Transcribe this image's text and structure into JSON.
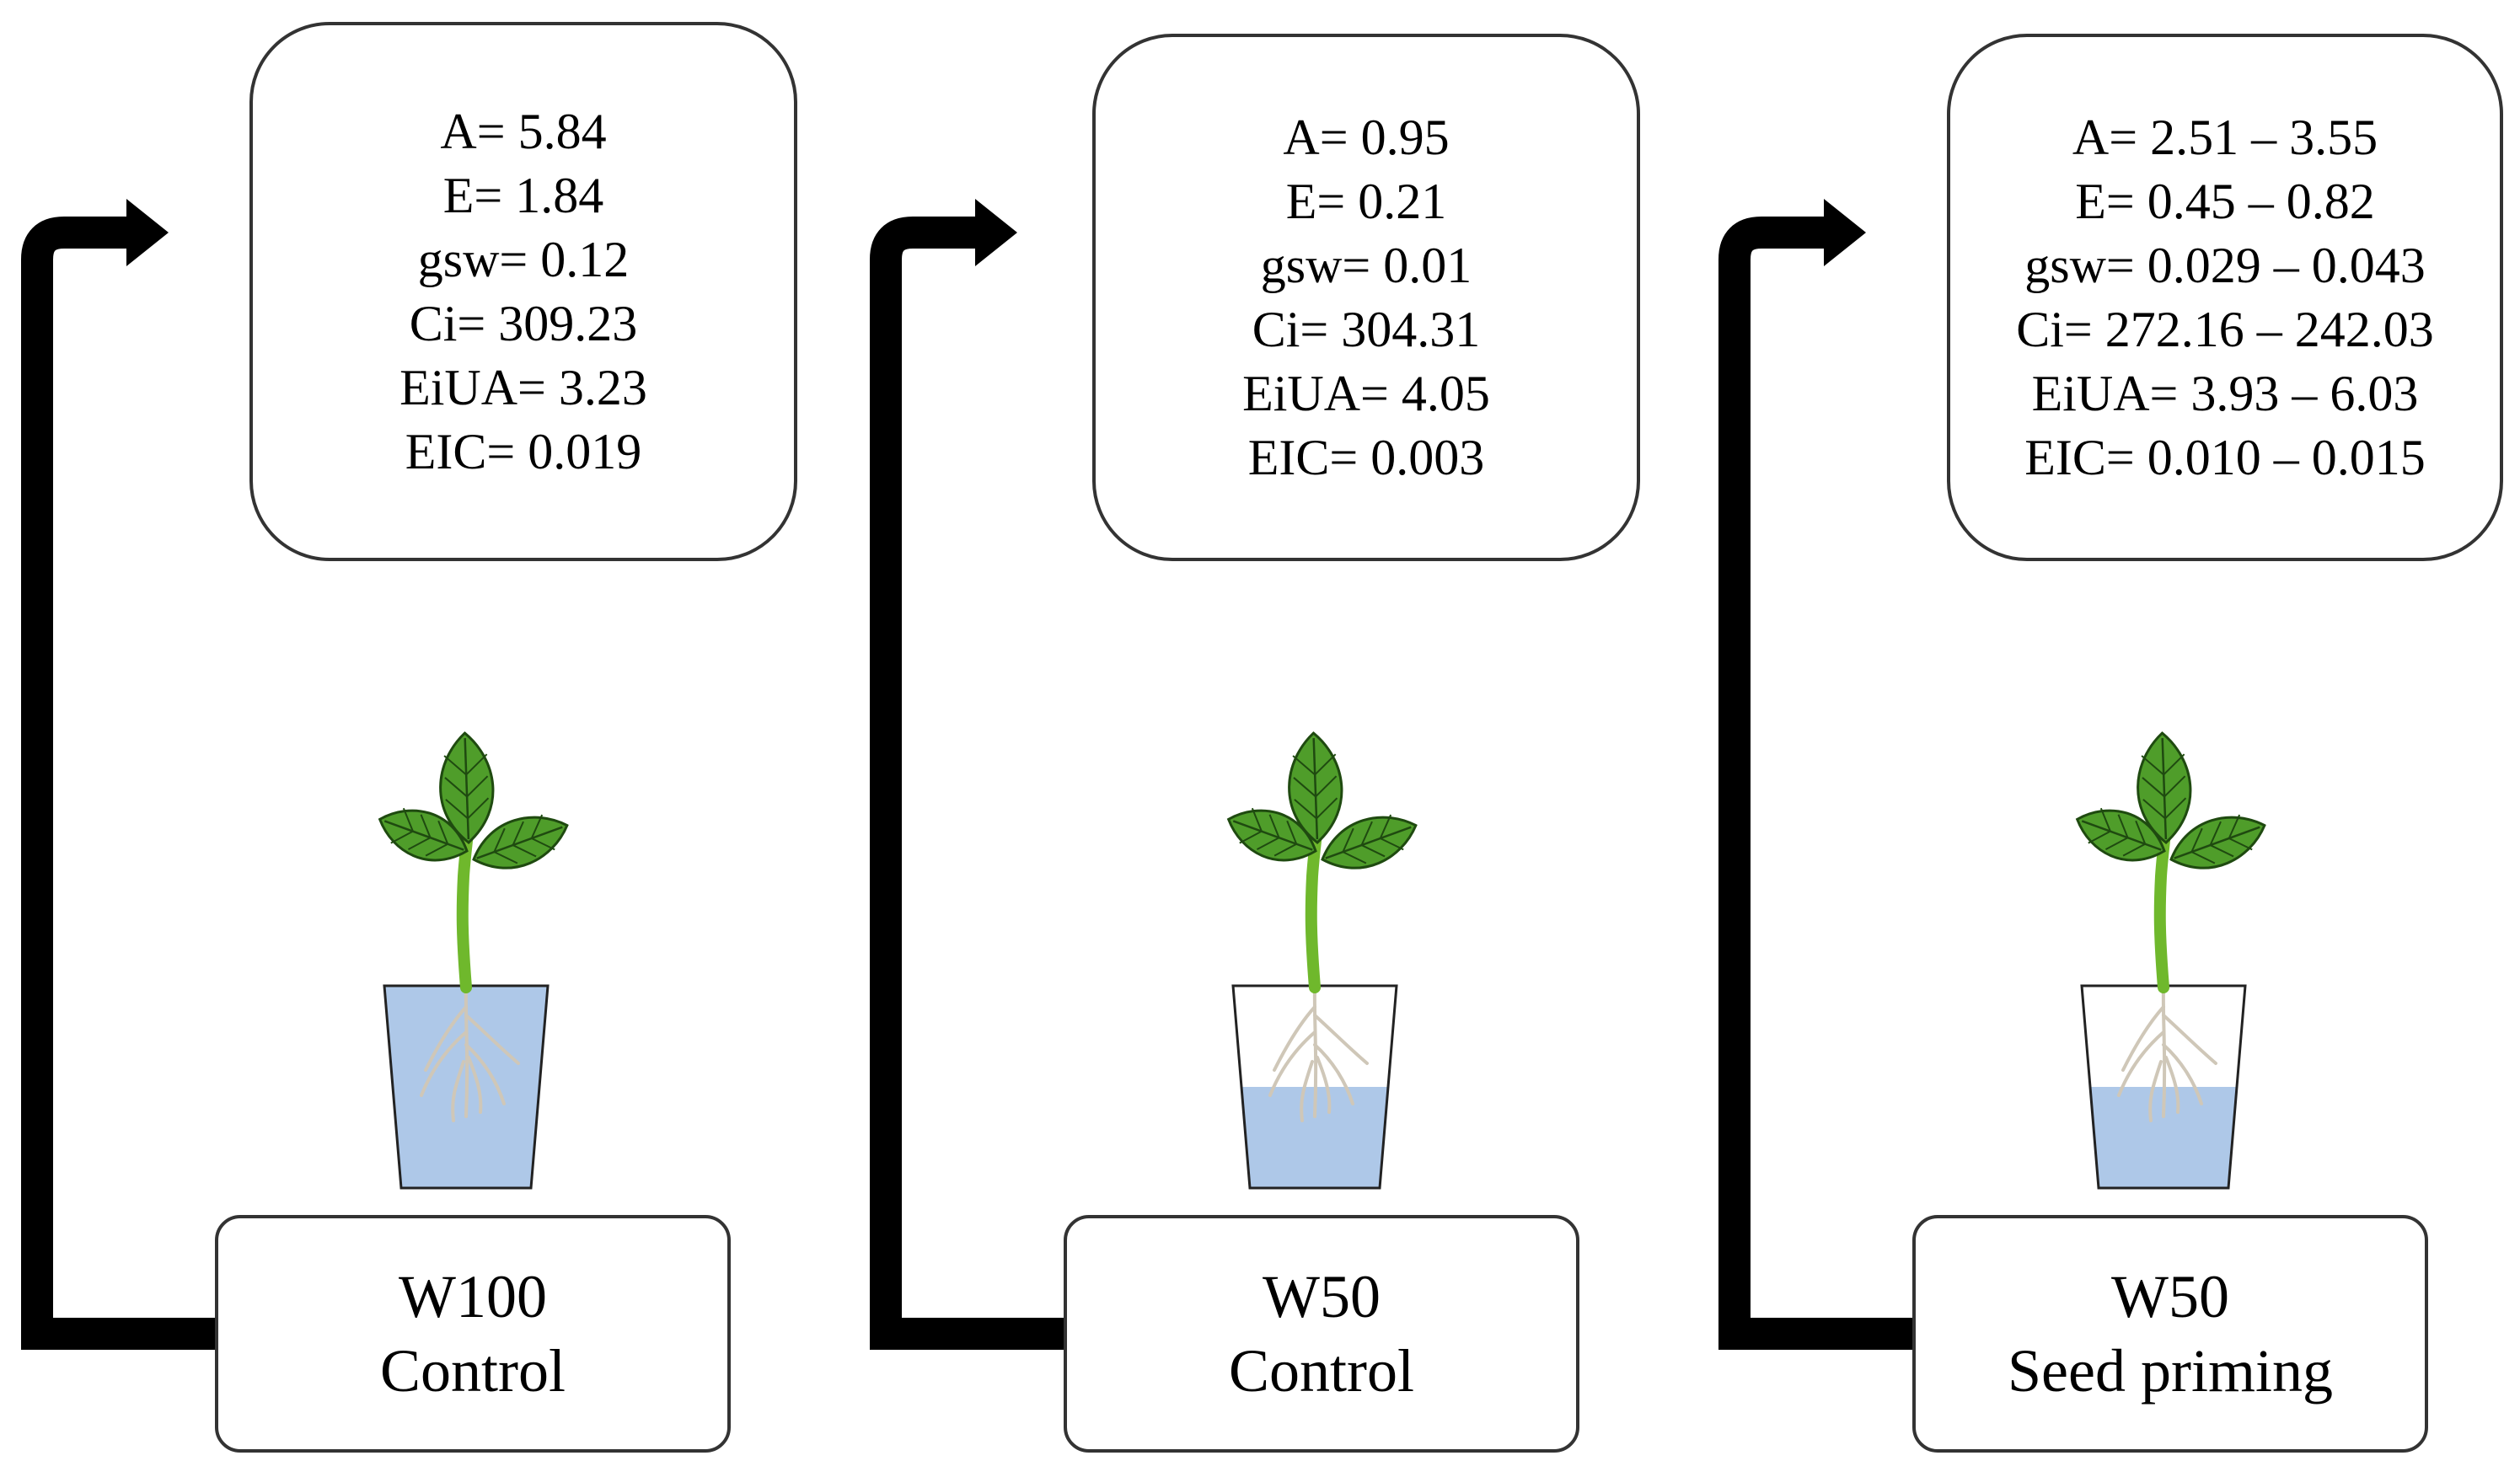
{
  "panels": [
    {
      "stats": [
        "A= 5.84",
        "E= 1.84",
        "gsw= 0.12",
        "Ci= 309.23",
        "EiUA= 3.23",
        "EIC= 0.019"
      ],
      "label_lines": [
        "W100",
        "Control"
      ],
      "water_level": 1.0
    },
    {
      "stats": [
        "A= 0.95",
        "E= 0.21",
        "gsw= 0.01",
        "Ci= 304.31",
        "EiUA= 4.05",
        "EIC= 0.003"
      ],
      "label_lines": [
        "W50",
        "Control"
      ],
      "water_level": 0.5
    },
    {
      "stats": [
        "A= 2.51 – 3.55",
        "E= 0.45 – 0.82",
        "gsw= 0.029 – 0.043",
        "Ci= 272.16 – 242.03",
        "EiUA= 3.93 – 6.03",
        "EIC= 0.010 – 0.015"
      ],
      "label_lines": [
        "W50",
        "Seed priming"
      ],
      "water_level": 0.5
    }
  ],
  "colors": {
    "water": "#aec8e8",
    "stem": "#6fb82c",
    "leaf": "#4f9d2a",
    "leaf_vein": "#1f4a10",
    "root": "#cfc7b8",
    "arrow": "#000000",
    "border": "#333333"
  }
}
